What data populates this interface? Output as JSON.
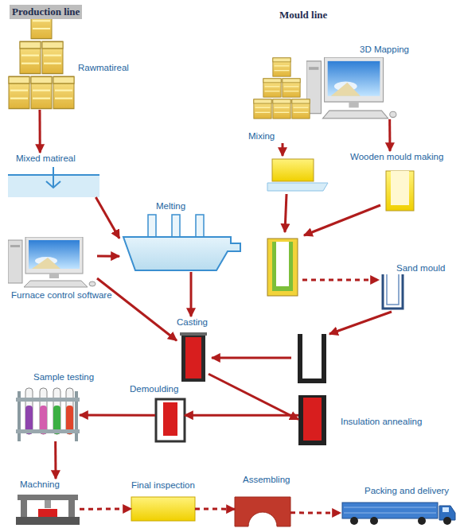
{
  "diagram": {
    "nodes": [
      {
        "text": [
          "Rawmatireal"
        ]
      },
      {
        "text": [
          "Mixed matireal"
        ]
      },
      {
        "text": [
          "Melting"
        ]
      },
      {
        "text": [
          "Furnace control software"
        ]
      },
      {
        "text": [
          "Casting"
        ]
      },
      {
        "text": [
          "3D Mapping"
        ]
      },
      {
        "text": [
          "Mixing"
        ]
      },
      {
        "text": [
          "Wooden mould making"
        ]
      },
      {
        "text": [
          "Sand mould"
        ]
      },
      {
        "text": [
          "Insulation annealing"
        ]
      },
      {
        "text": [
          "Demoulding"
        ]
      },
      {
        "text": [
          "Sample testing"
        ]
      },
      {
        "text": [
          "Machning"
        ]
      },
      {
        "text": [
          "Final inspection"
        ]
      },
      {
        "text": [
          "Assembling"
        ]
      },
      {
        "text": [
          "Packing and delivery"
        ]
      }
    ],
    "edges": [
      {
        "from": 0,
        "to": 1,
        "arrow": "to"
      },
      {
        "from": 1,
        "to": 2,
        "arrow": "to"
      },
      {
        "from": 3,
        "to": 2,
        "arrow": "to"
      },
      {
        "from": 3,
        "to": 4,
        "arrow": "to"
      },
      {
        "from": 2,
        "to": 4,
        "arrow": "to"
      },
      {
        "from": 4,
        "to": 9,
        "arrow": "to"
      },
      {
        "from": 9,
        "to": 10,
        "arrow": "to"
      },
      {
        "from": 10,
        "to": 11,
        "arrow": "to"
      },
      {
        "from": 11,
        "to": 12,
        "arrow": "to"
      },
      {
        "from": 12,
        "to": 13,
        "arrow": "to"
      },
      {
        "from": 13,
        "to": 14,
        "arrow": "to"
      },
      {
        "from": 14,
        "to": 15,
        "arrow": "to"
      },
      {
        "from": 5,
        "to": 7,
        "arrow": "to"
      }
    ],
    "labels": [
      "Production line",
      "Mould line"
    ]
  }
}
